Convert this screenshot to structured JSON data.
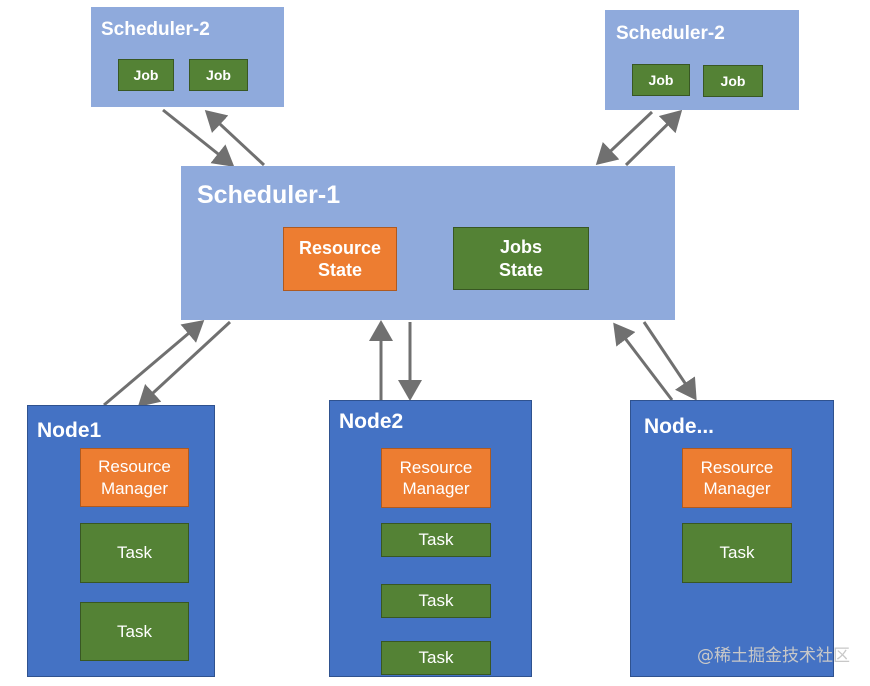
{
  "scheduler_2_left": {
    "title": "Scheduler-2",
    "jobs": [
      "Job",
      "Job"
    ]
  },
  "scheduler_2_right": {
    "title": "Scheduler-2",
    "jobs": [
      "Job",
      "Job"
    ]
  },
  "scheduler_1": {
    "title": "Scheduler-1",
    "resource_state": "Resource\nState",
    "jobs_state": "Jobs\nState"
  },
  "nodes": [
    {
      "title": "Node1",
      "resource_manager": "Resource\nManager",
      "tasks": [
        "Task",
        "Task"
      ]
    },
    {
      "title": "Node2",
      "resource_manager": "Resource\nManager",
      "tasks": [
        "Task",
        "Task",
        "Task"
      ]
    },
    {
      "title": "Node...",
      "resource_manager": "Resource\nManager",
      "tasks": [
        "Task"
      ]
    }
  ],
  "watermark": "@稀土掘金技术社区",
  "colors": {
    "scheduler_fill": "#8faadc",
    "node_fill": "#4472c4",
    "job_task_fill": "#548235",
    "resource_fill": "#ed7d31",
    "arrow": "#707070"
  }
}
